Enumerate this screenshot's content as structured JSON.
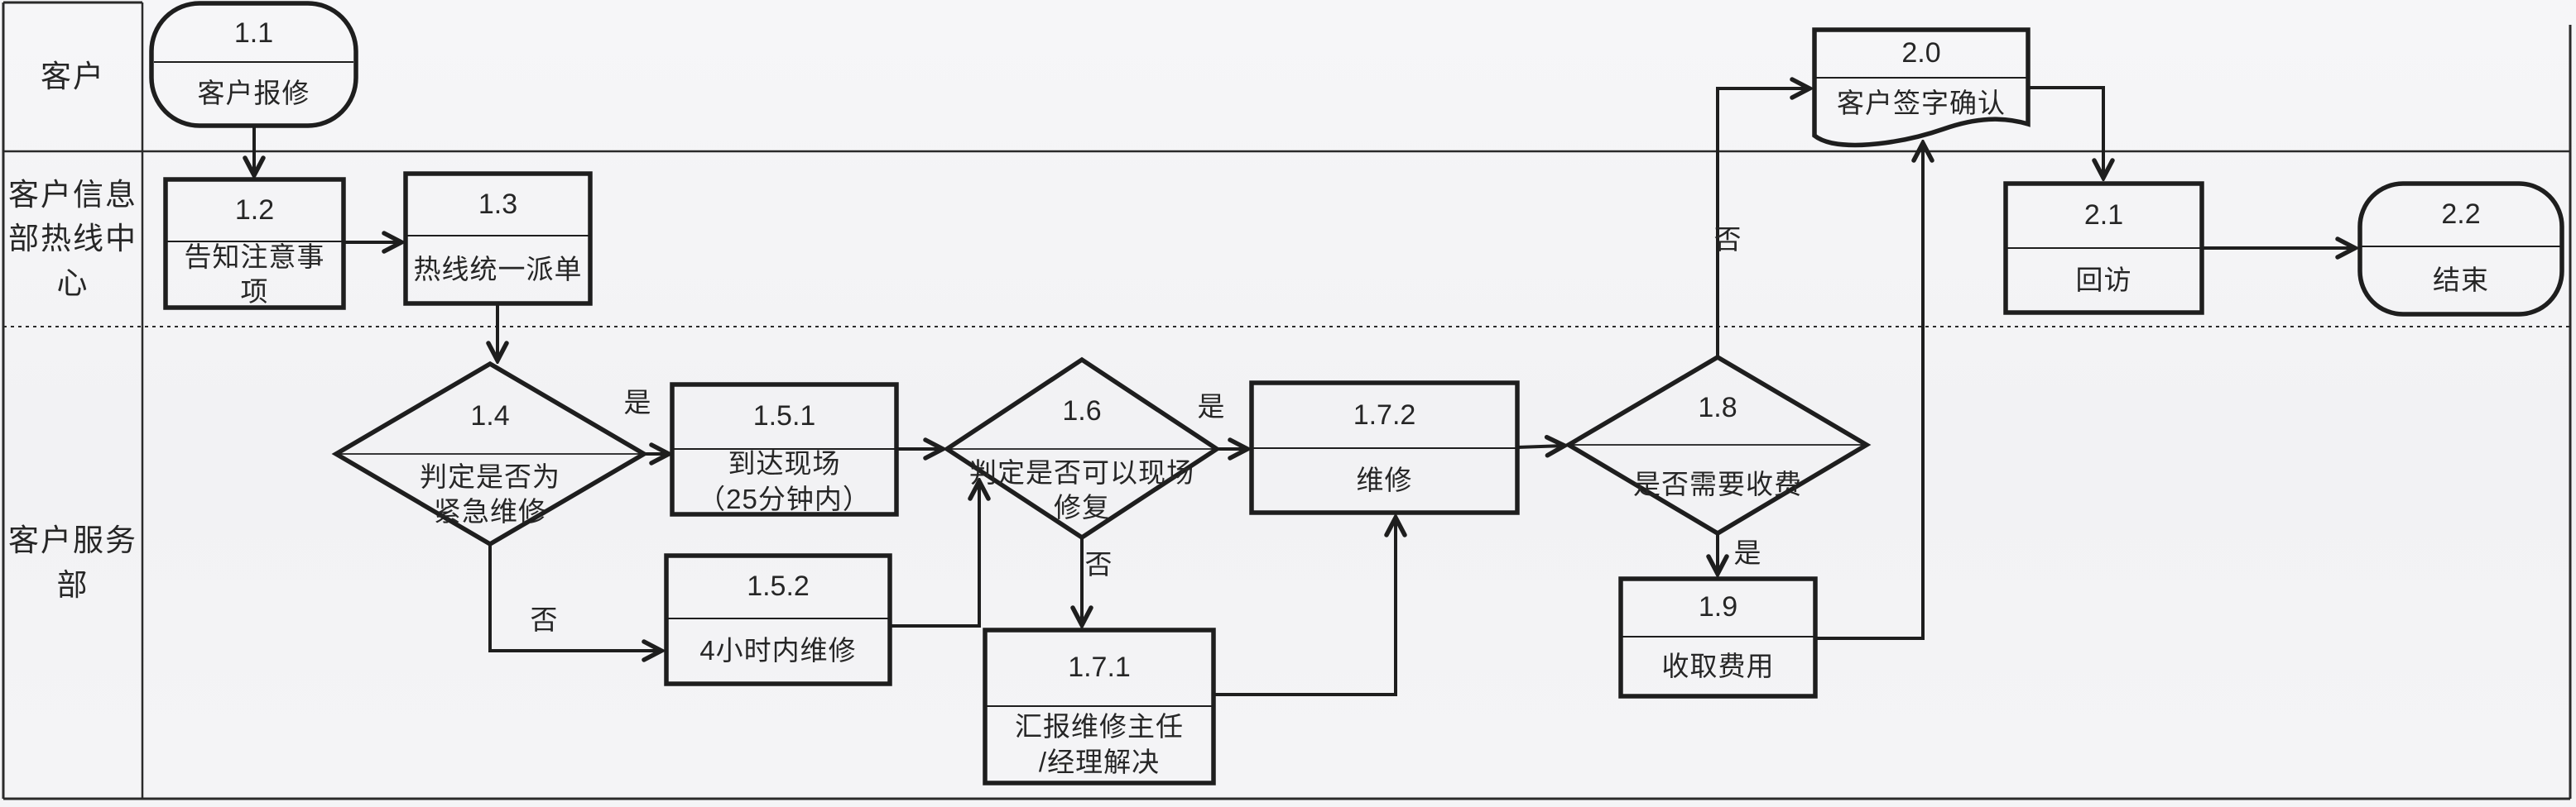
{
  "lanes": {
    "l1": {
      "name": "客户"
    },
    "l2": {
      "name": "客户信息\n部热线中\n心"
    },
    "l3": {
      "name": "客户服务\n部"
    }
  },
  "nodes": {
    "n1_1": {
      "code": "1.1",
      "label": "客户报修",
      "shape": "terminator"
    },
    "n1_2": {
      "code": "1.2",
      "label": "告知注意事\n项",
      "shape": "process"
    },
    "n1_3": {
      "code": "1.3",
      "label": "热线统一派单",
      "shape": "process"
    },
    "n1_4": {
      "code": "1.4",
      "label": "判定是否为\n紧急维修",
      "shape": "decision"
    },
    "n1_5_1": {
      "code": "1.5.1",
      "label": "到达现场\n（25分钟内）",
      "shape": "process"
    },
    "n1_5_2": {
      "code": "1.5.2",
      "label": "4小时内维修",
      "shape": "process"
    },
    "n1_6": {
      "code": "1.6",
      "label": "判定是否可以现场\n修复",
      "shape": "decision"
    },
    "n1_7_1": {
      "code": "1.7.1",
      "label": "汇报维修主任\n/经理解决",
      "shape": "process"
    },
    "n1_7_2": {
      "code": "1.7.2",
      "label": "维修",
      "shape": "process"
    },
    "n1_8": {
      "code": "1.8",
      "label": "是否需要收费",
      "shape": "decision"
    },
    "n1_9": {
      "code": "1.9",
      "label": "收取费用",
      "shape": "process"
    },
    "n2_0": {
      "code": "2.0",
      "label": "客户签字确认",
      "shape": "document"
    },
    "n2_1": {
      "code": "2.1",
      "label": "回访",
      "shape": "process"
    },
    "n2_2": {
      "code": "2.2",
      "label": "结束",
      "shape": "terminator"
    }
  },
  "edge_labels": {
    "yes": "是",
    "no": "否"
  },
  "colors": {
    "ink": "#1e1e1e",
    "paper": "#f3f3f5"
  }
}
